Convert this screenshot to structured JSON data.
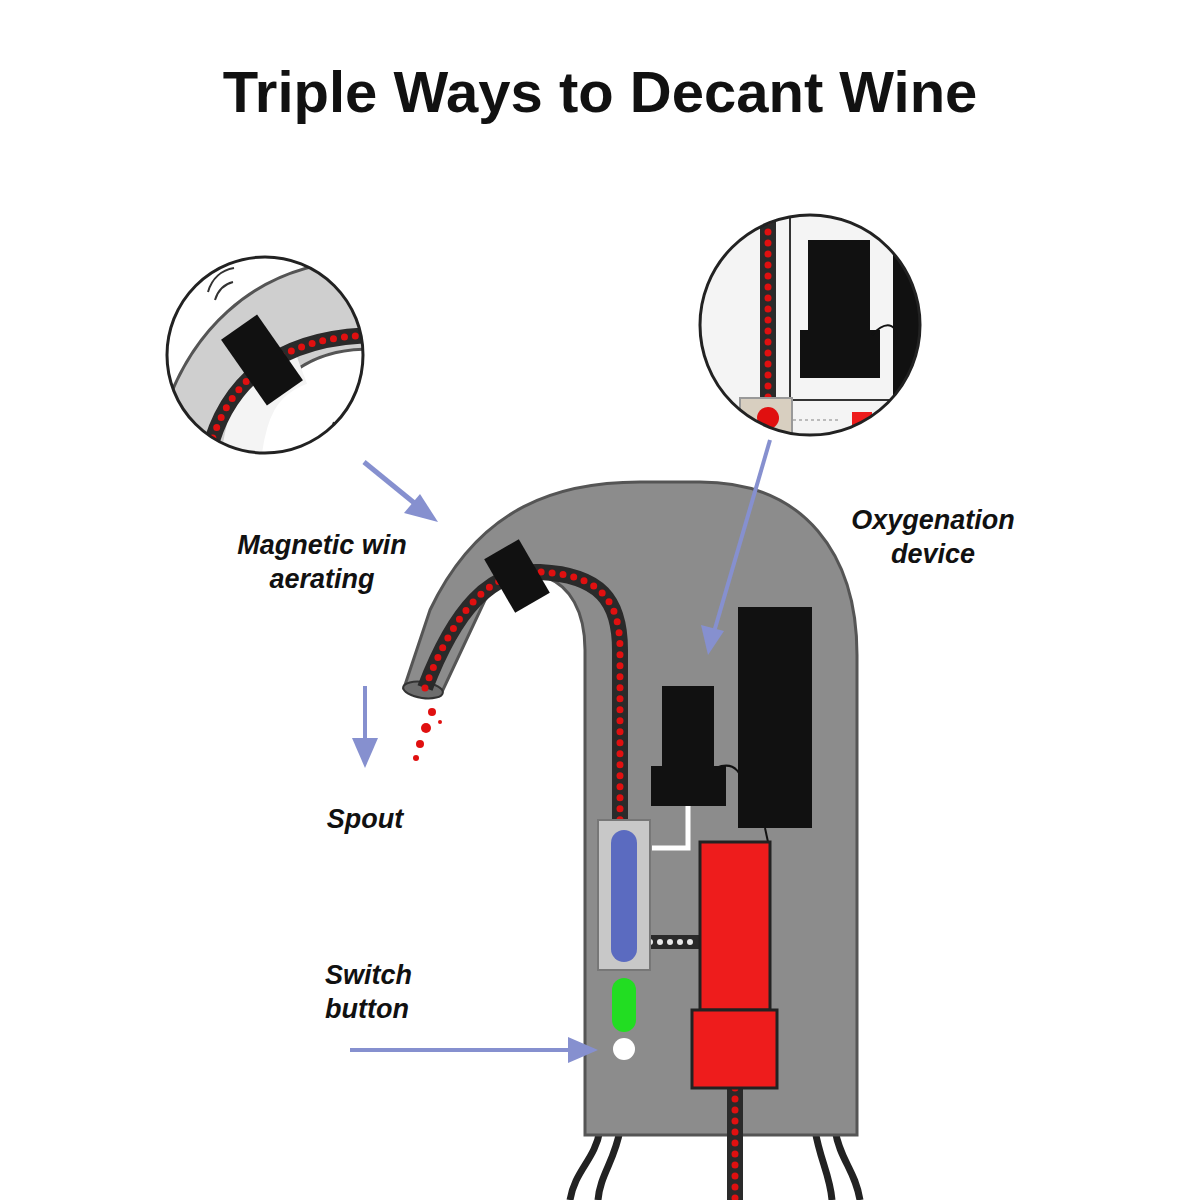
{
  "diagram": {
    "title": "Triple Ways to Decant Wine",
    "labels": [
      "Magnetic win aerating",
      "Oxygenation device",
      "Spout",
      "Switch button"
    ]
  }
}
